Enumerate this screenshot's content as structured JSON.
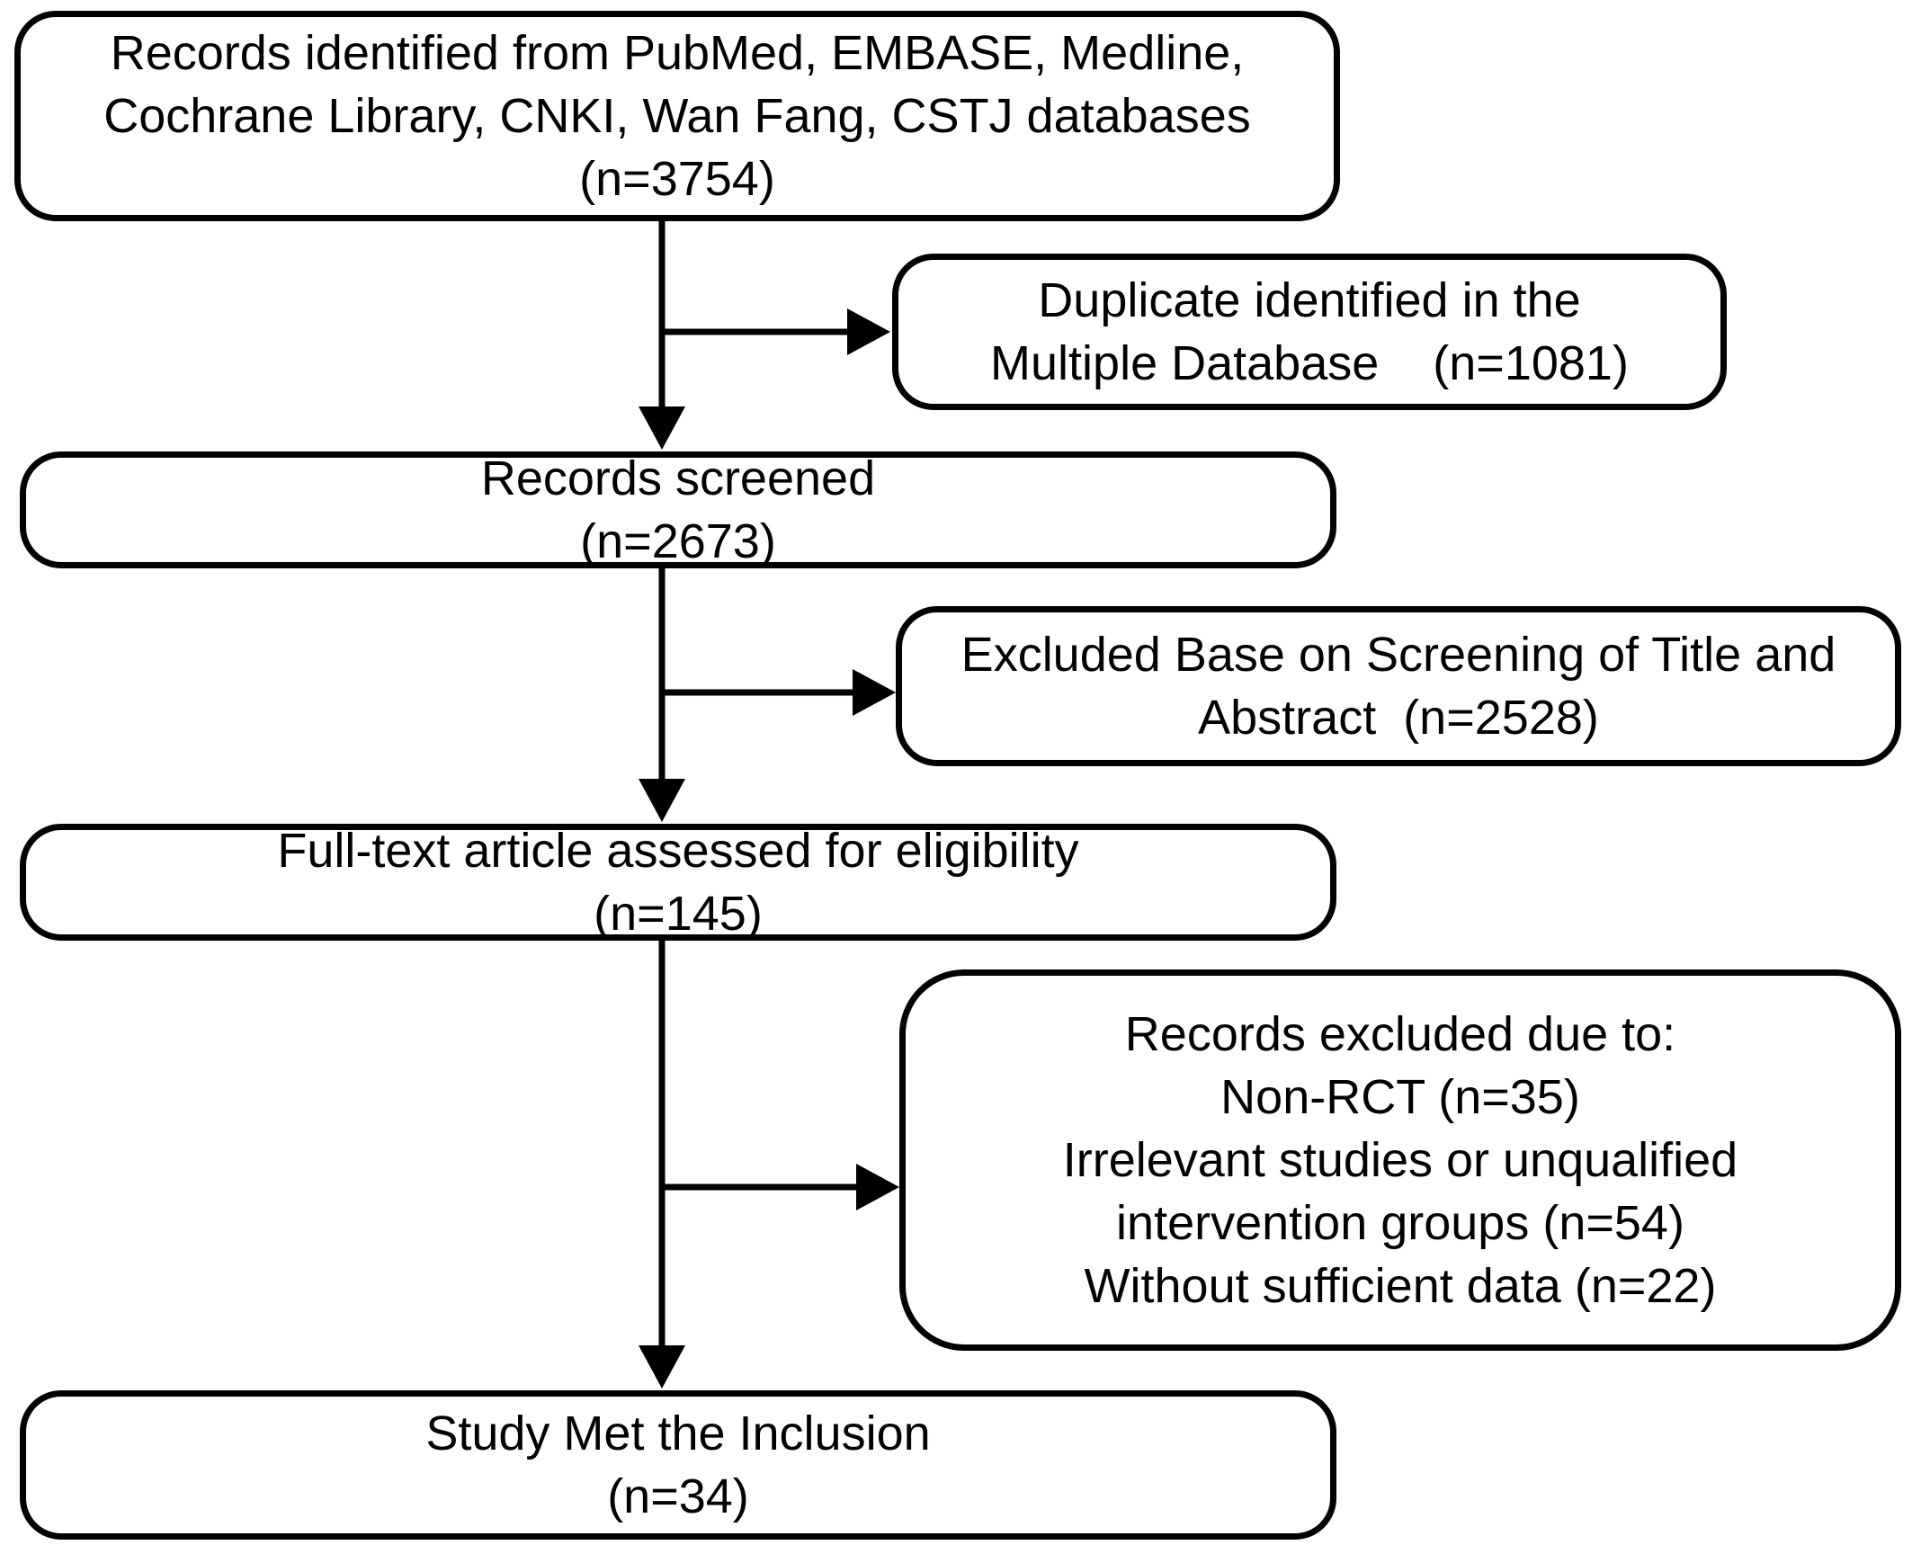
{
  "diagram": {
    "title": "Study selection flow diagram",
    "type": "prisma-flow",
    "colors": {
      "background": "#ffffff",
      "line": "#000000",
      "text": "#000000"
    },
    "boxes": {
      "identification": {
        "lines": [
          "Records identified from PubMed, EMBASE, Medline,",
          "Cochrane Library, CNKI, Wan Fang, CSTJ databases",
          "(n=3754)"
        ],
        "n": 3754
      },
      "duplicates": {
        "lines": [
          "Duplicate identified in the",
          "Multiple Database    (n=1081)"
        ],
        "n": 1081
      },
      "screened": {
        "lines": [
          "Records screened",
          "(n=2673)"
        ],
        "n": 2673
      },
      "excluded_screening": {
        "lines": [
          "Excluded Base on Screening of Title and",
          "Abstract  (n=2528)"
        ],
        "n": 2528
      },
      "fulltext": {
        "lines": [
          "Full-text article assessed for eligibility",
          "(n=145)"
        ],
        "n": 145
      },
      "excluded_fulltext": {
        "lines": [
          "Records excluded due to:",
          "Non-RCT (n=35)",
          "Irrelevant studies or unqualified",
          "intervention groups (n=54)",
          "Without sufficient data (n=22)"
        ],
        "n_non_rct": 35,
        "n_irrelevant": 54,
        "n_insufficient_data": 22
      },
      "included": {
        "lines": [
          "Study Met the Inclusion",
          "(n=34)"
        ],
        "n": 34
      }
    }
  }
}
